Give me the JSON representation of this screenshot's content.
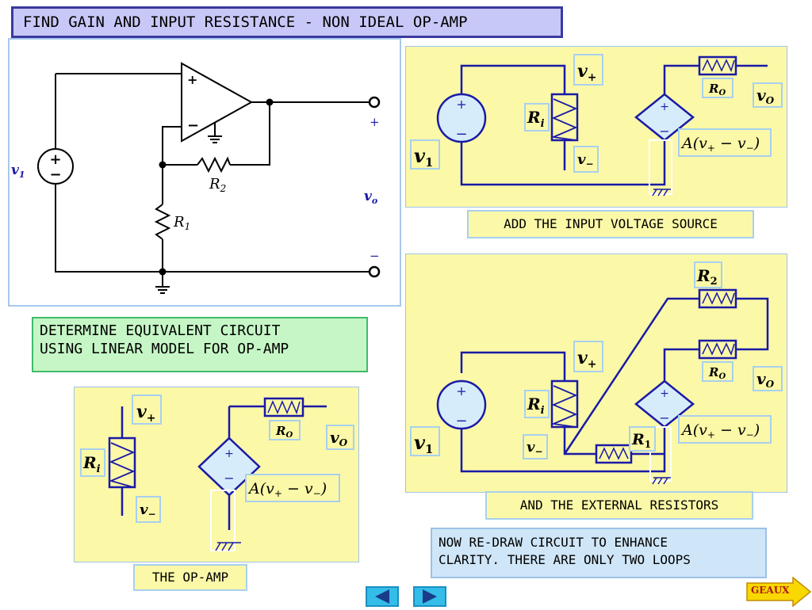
{
  "title": "FIND GAIN AND INPUT RESISTANCE - NON IDEAL OP-AMP",
  "captions": {
    "equivalent": "DETERMINE EQUIVALENT CIRCUIT\nUSING LINEAR MODEL FOR OP-AMP",
    "opamp": "THE OP-AMP",
    "add_source": "ADD THE INPUT VOLTAGE SOURCE",
    "external": "AND THE EXTERNAL RESISTORS",
    "redraw": "NOW RE-DRAW CIRCUIT TO ENHANCE\nCLARITY. THERE ARE ONLY TWO LOOPS"
  },
  "labels": {
    "v1": "v",
    "v1_sub": "1",
    "vo": "v",
    "vo_sub_lower": "o",
    "vo_sub": "O",
    "r1": "R",
    "r1_sub": "1",
    "r2": "R",
    "r2_sub": "2",
    "ri": "R",
    "ri_sub": "i",
    "ro": "R",
    "ro_sub": "O",
    "vplus": "v",
    "vplus_sub": "+",
    "vminus": "v",
    "vminus_sub": "−",
    "gain_expr": "A(v",
    "gain_plus": "+",
    "gain_mid": " − v",
    "gain_minus": "−",
    "gain_close": ")",
    "plus": "+",
    "minus": "−"
  },
  "nav": {
    "prev": "previous-slide",
    "next": "next-slide",
    "geaux": "GEAUX"
  },
  "colors": {
    "wire": "#1a1aa6",
    "panel": "#fbf8a8",
    "source_fill": "#d6ecfa",
    "geaux_fill": "#f8d800"
  }
}
